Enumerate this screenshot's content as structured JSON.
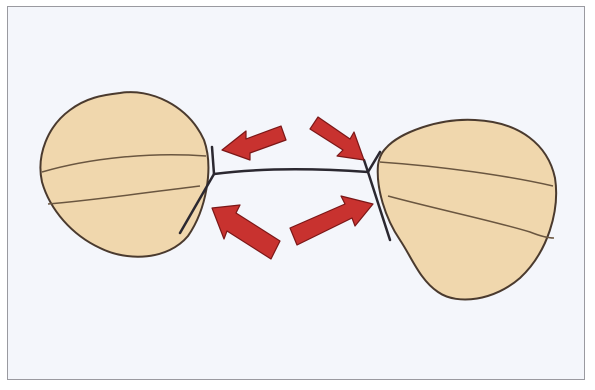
{
  "diagram": {
    "colors": {
      "background": "#f4f6fb",
      "frame_border": "#9a9aa0",
      "lobe_fill": "#f0d7ad",
      "lobe_stroke": "#4a3a2e",
      "line_stroke": "#2b2830",
      "arrow_fill": "#c8322f",
      "arrow_stroke": "#7b1717"
    },
    "elements": {
      "left_lobe": "left-lobe",
      "right_lobe": "right-lobe",
      "connector": "connecting-line",
      "arrows": [
        "arrow-upper-left",
        "arrow-upper-right",
        "arrow-lower-left",
        "arrow-lower-right"
      ]
    }
  }
}
